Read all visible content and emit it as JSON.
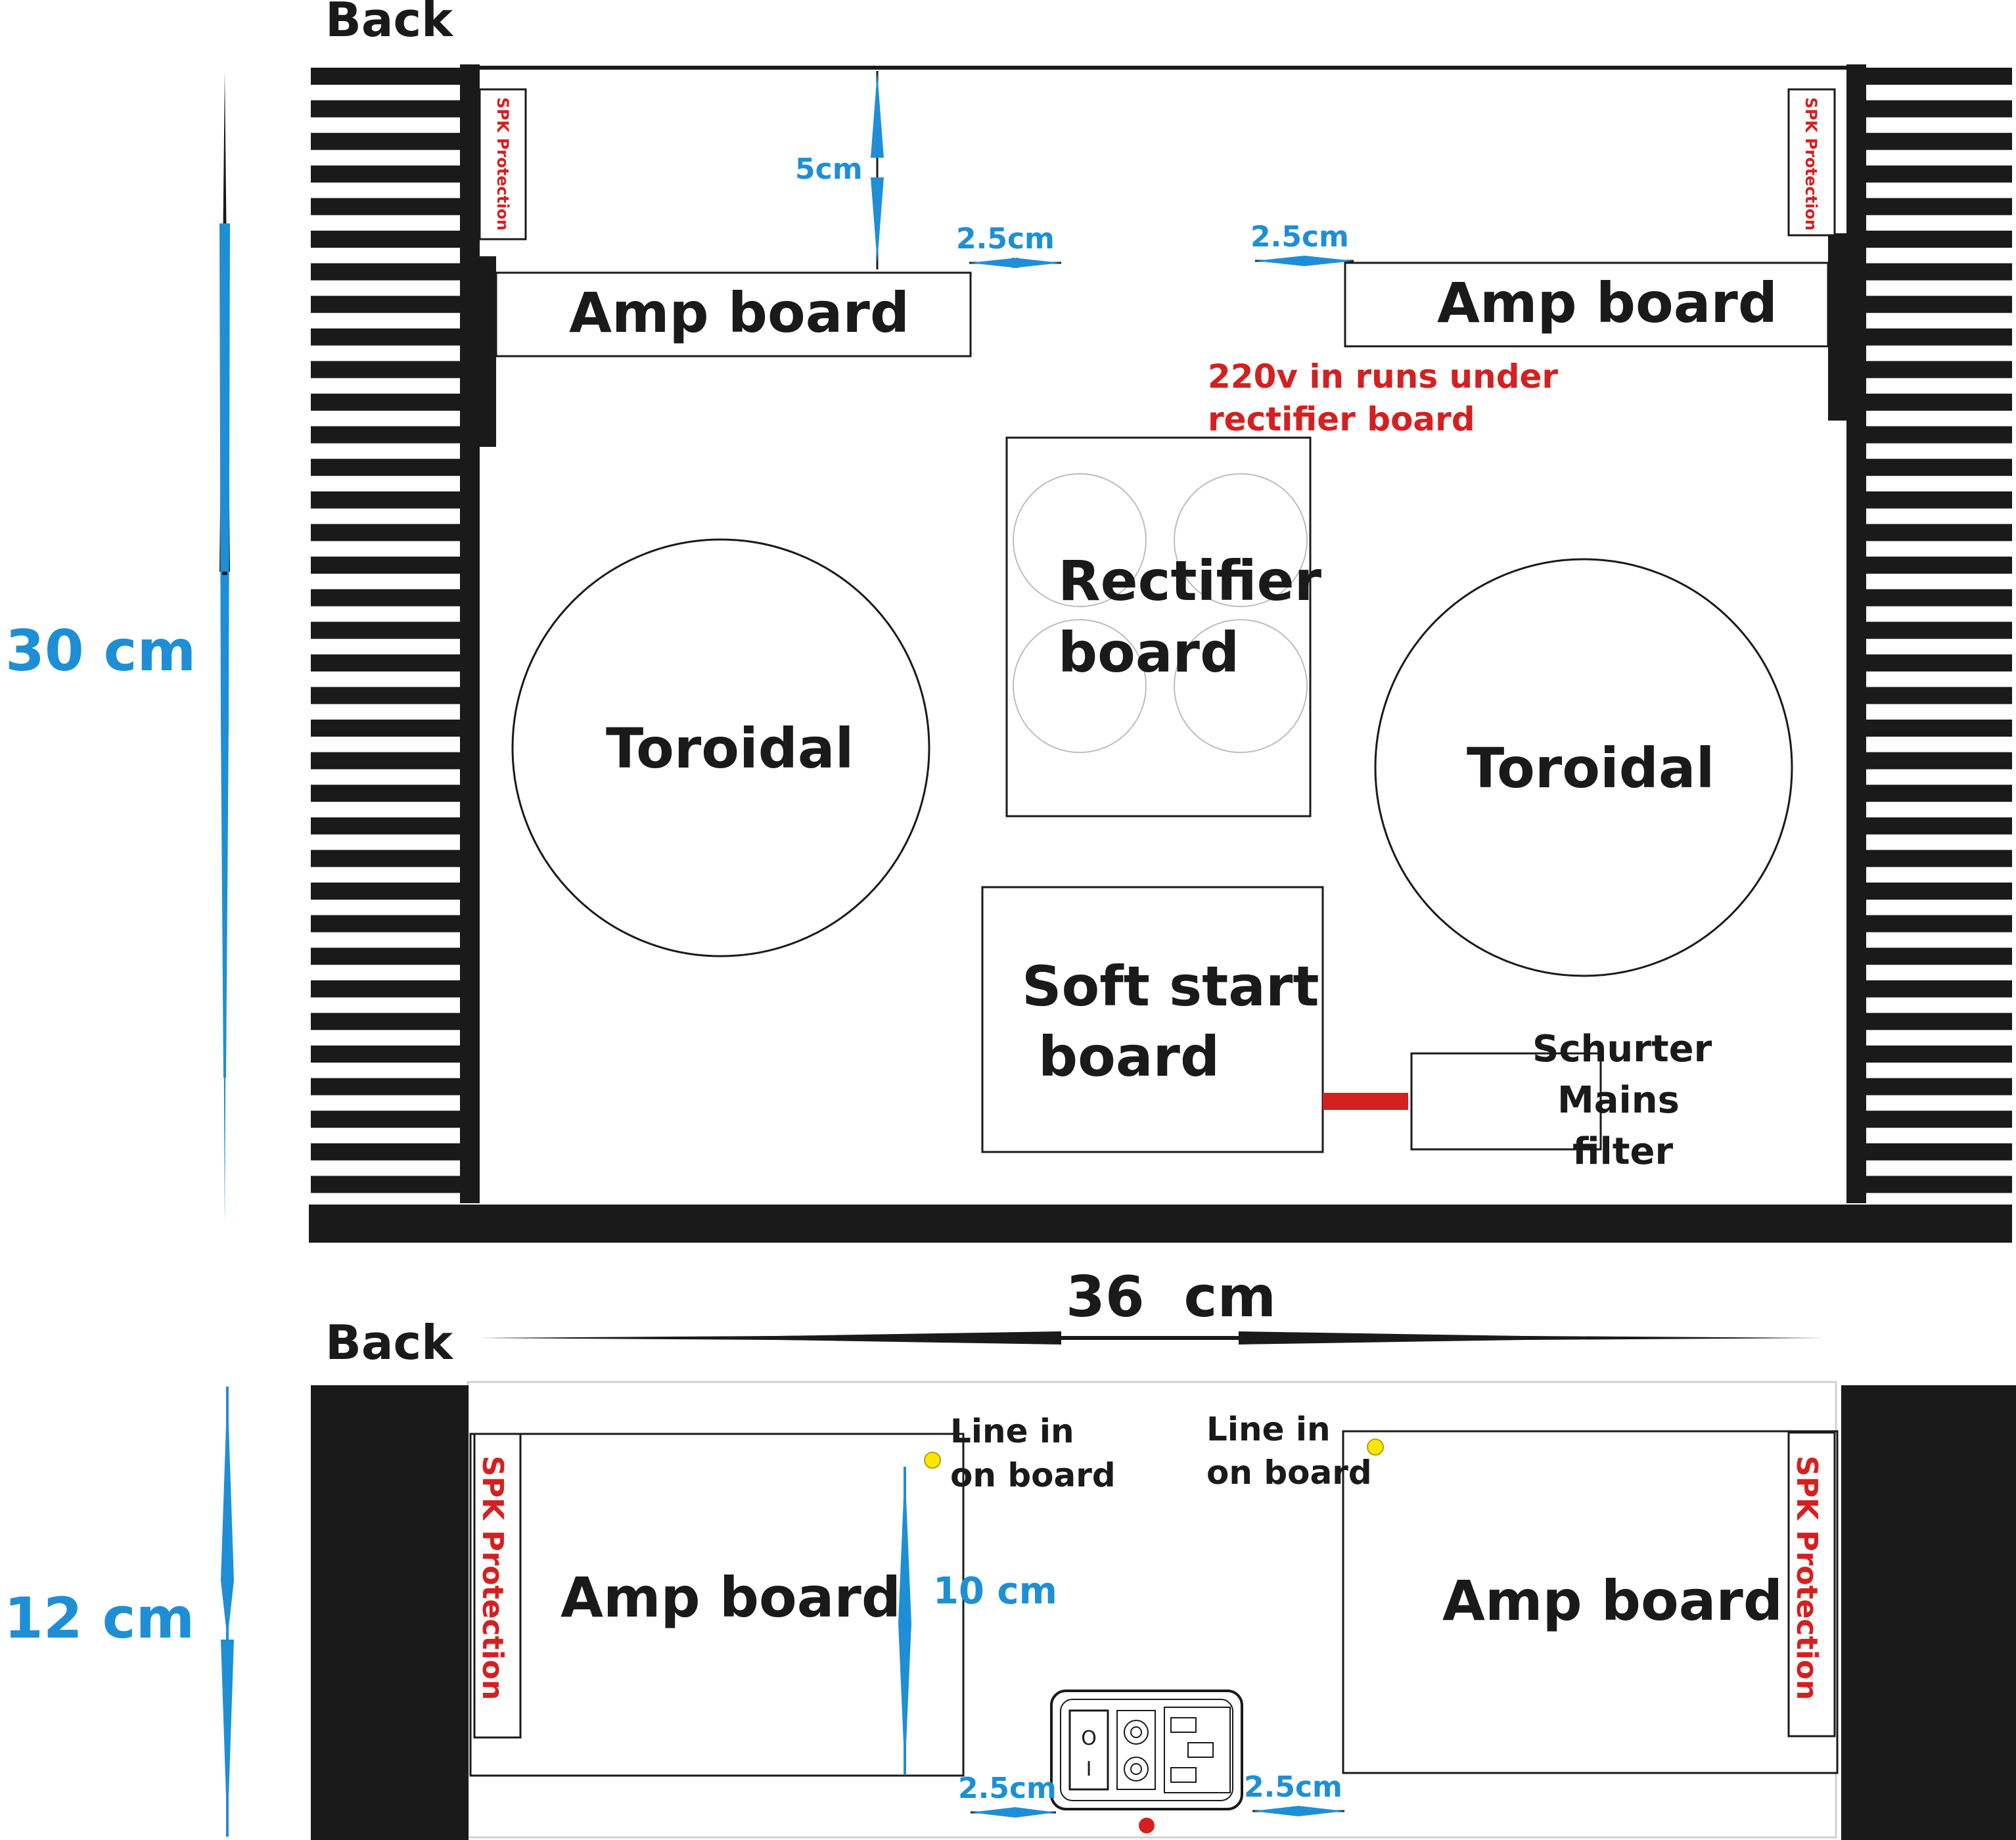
{
  "top_view": {
    "back_label": "Back",
    "height_dim": "30 cm",
    "gap_top": "5cm",
    "gap_left": "2.5cm",
    "gap_right": "2.5cm",
    "spk_left": "SPK Protection",
    "spk_right": "SPK Protection",
    "amp_left": "Amp board",
    "amp_right": "Amp board",
    "note_line1": "220v in runs under",
    "note_line2": "rectifier board",
    "rectifier_line1": "Rectifier",
    "rectifier_line2": "board",
    "toroidal_left": "Toroidal",
    "toroidal_right": "Toroidal",
    "softstart_line1": "Soft start",
    "softstart_line2": "board",
    "filter_line1": "Schurter",
    "filter_line2": "Mains",
    "filter_line3": "filter"
  },
  "width_dim": "36  cm",
  "back_view": {
    "back_label": "Back",
    "height_dim": "12 cm",
    "board_height": "10 cm",
    "gap_left": "2.5cm",
    "gap_right": "2.5cm",
    "spk_left": "SPK Protection",
    "spk_right": "SPK Protection",
    "amp_left": "Amp board",
    "amp_right": "Amp board",
    "linein_left_1": "Line in",
    "linein_left_2": "on board",
    "linein_right_1": "Line in",
    "linein_right_2": "on board",
    "power_off_symbol": "O",
    "power_on_symbol": "I"
  },
  "colors": {
    "outline": "#1a1a1a",
    "dimension": "#1e8fd6",
    "warning": "#d42020",
    "line_in_dot": "#ffe600"
  }
}
